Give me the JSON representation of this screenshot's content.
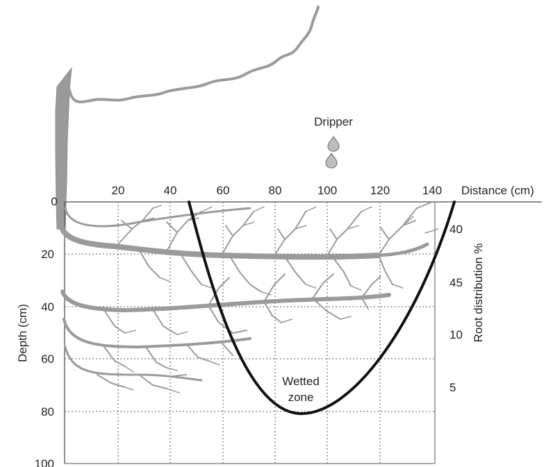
{
  "dripper_label": "Dripper",
  "x_axis": {
    "label": "Distance (cm)",
    "origin_label": "0",
    "ticks": [
      "20",
      "40",
      "60",
      "80",
      "100",
      "120",
      "140"
    ]
  },
  "y_axis": {
    "label": "Depth (cm)",
    "ticks": [
      "20",
      "40",
      "60",
      "80",
      "100"
    ]
  },
  "right_axis": {
    "label": "Root distribution %",
    "values": [
      "40",
      "45",
      "10",
      "5"
    ]
  },
  "wetted_zone": {
    "line1": "Wetted",
    "line2": "zone"
  },
  "colors": {
    "roots": "#9a9a9a",
    "wetted_boundary": "#111111",
    "grid": "#555555"
  }
}
